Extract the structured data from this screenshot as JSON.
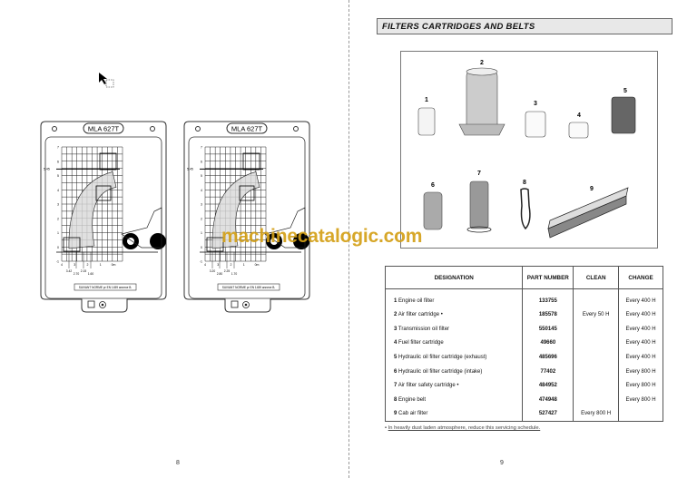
{
  "left_page": {
    "page_number": "8",
    "charts": [
      {
        "model": "MLA 627T",
        "y_ticks": [
          "7",
          "6",
          "5",
          "4",
          "3",
          "2",
          "1",
          "0",
          "-1"
        ],
        "height_mark": "5.45",
        "x_ticks": [
          "4",
          "3",
          "2",
          "1",
          "0m"
        ],
        "distances": [
          "3.42",
          "2.70",
          "2.15",
          "1.60"
        ],
        "norm_note": "SUIVANT NORME pr EN 1459 annexe B."
      },
      {
        "model": "MLA 627T",
        "y_ticks": [
          "7",
          "6",
          "5",
          "4",
          "3",
          "2",
          "1",
          "0",
          "-1"
        ],
        "height_mark": "5.45",
        "x_ticks": [
          "4",
          "3",
          "2",
          "1",
          "0m"
        ],
        "distances": [
          "3.20",
          "2.80",
          "2.25",
          "1.70"
        ],
        "norm_note": "SUIVANT NORME pr EN 1459 annexe B."
      }
    ]
  },
  "right_page": {
    "page_number": "9",
    "title": "FILTERS CARTRIDGES AND BELTS",
    "callouts": [
      "1",
      "2",
      "3",
      "4",
      "5",
      "6",
      "7",
      "8",
      "9"
    ],
    "table": {
      "headers": {
        "designation": "DESIGNATION",
        "part": "PART NUMBER",
        "clean": "CLEAN",
        "change": "CHANGE"
      },
      "rows": [
        {
          "num": "1",
          "name": "Engine oil filter",
          "part": "133755",
          "clean": "",
          "change": "Every 400 H"
        },
        {
          "num": "2",
          "name": "Air filter cartridge •",
          "part": "185578",
          "clean": "Every 50 H",
          "change": "Every 400 H"
        },
        {
          "num": "3",
          "name": "Transmission oil filter",
          "part": "550145",
          "clean": "",
          "change": "Every 400 H"
        },
        {
          "num": "4",
          "name": "Fuel filter cartridge",
          "part": "49660",
          "clean": "",
          "change": "Every 400 H"
        },
        {
          "num": "5",
          "name": "Hydraulic oil filter cartridge (exhaust)",
          "part": "485696",
          "clean": "",
          "change": "Every 400 H"
        },
        {
          "num": "6",
          "name": "Hydraulic oil filter cartridge (intake)",
          "part": "77402",
          "clean": "",
          "change": "Every 800 H"
        },
        {
          "num": "7",
          "name": "Air filter safety cartridge •",
          "part": "484952",
          "clean": "",
          "change": "Every 800 H"
        },
        {
          "num": "8",
          "name": "Engine belt",
          "part": "474948",
          "clean": "",
          "change": "Every 800 H"
        },
        {
          "num": "9",
          "name": "Cab air filter",
          "part": "527427",
          "clean": "Every 800 H",
          "change": ""
        }
      ]
    },
    "footnote_marker": "•",
    "footnote": "In heavily dust laden atmosphere, reduce this servicing schedule."
  },
  "watermark": "machinecatalogic.com",
  "colors": {
    "watermark": "#d4a017",
    "header_bg": "#e8e8e8"
  }
}
